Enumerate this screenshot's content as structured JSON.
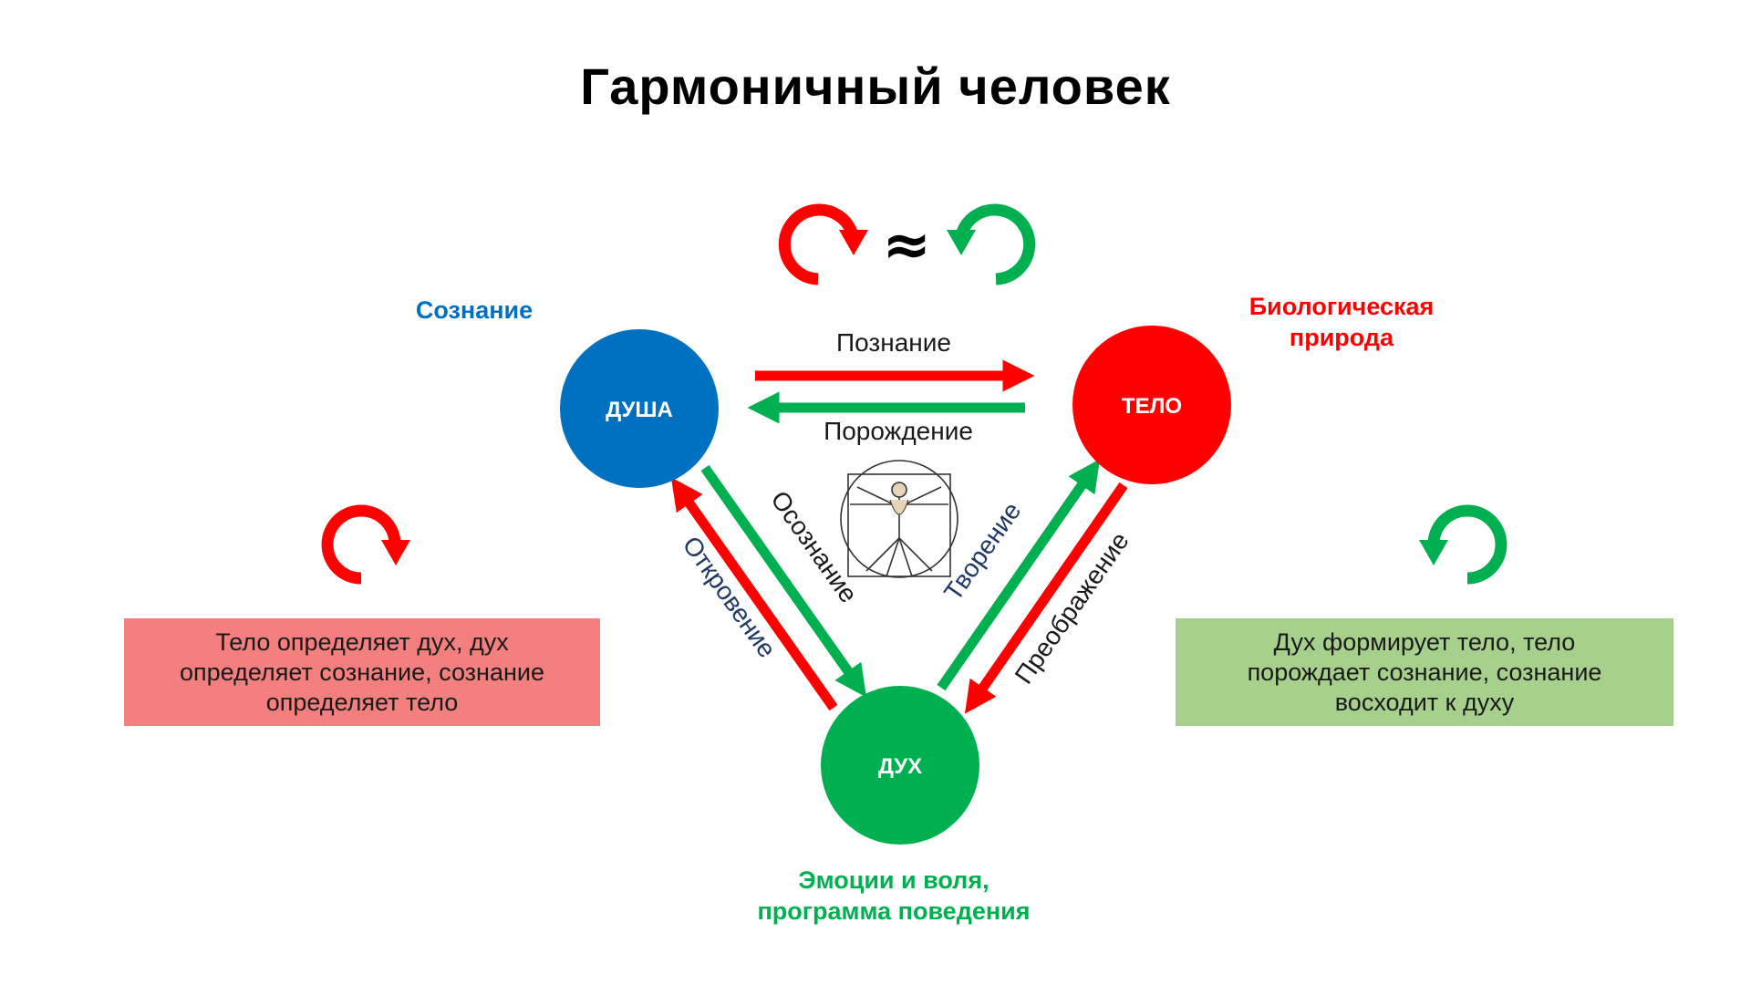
{
  "title": "Гармоничный человек",
  "colors": {
    "blue": "#0070c0",
    "red": "#ff0000",
    "green": "#00b050",
    "dark_blue_text": "#1f3864",
    "note_left_bg": "#f47f7f",
    "note_right_bg": "#a8d08d"
  },
  "nodes": {
    "soul": {
      "label": "ДУША",
      "caption": "Сознание"
    },
    "body": {
      "label": "ТЕЛО",
      "caption_line1": "Биологическая",
      "caption_line2": "природа"
    },
    "spirit": {
      "label": "ДУХ",
      "caption_line1": "Эмоции и воля,",
      "caption_line2": "программа поведения"
    }
  },
  "arrows": {
    "cognition": "Познание",
    "generation": "Порождение",
    "awareness": "Осознание",
    "revelation": "Откровение",
    "creation": "Творение",
    "transformation": "Преображение"
  },
  "top_symbol": "≈",
  "icons": {
    "top_left": "clockwise-cycle-icon",
    "top_right": "counterclockwise-cycle-icon",
    "left": "clockwise-cycle-icon",
    "right": "counterclockwise-cycle-icon",
    "center": "vitruvian-man-icon"
  },
  "notes": {
    "left_line1": "Тело определяет дух, дух",
    "left_line2": "определяет сознание, сознание",
    "left_line3": "определяет тело",
    "right_line1": "Дух формирует тело, тело",
    "right_line2": "порождает сознание, сознание",
    "right_line3": "восходит к духу"
  }
}
